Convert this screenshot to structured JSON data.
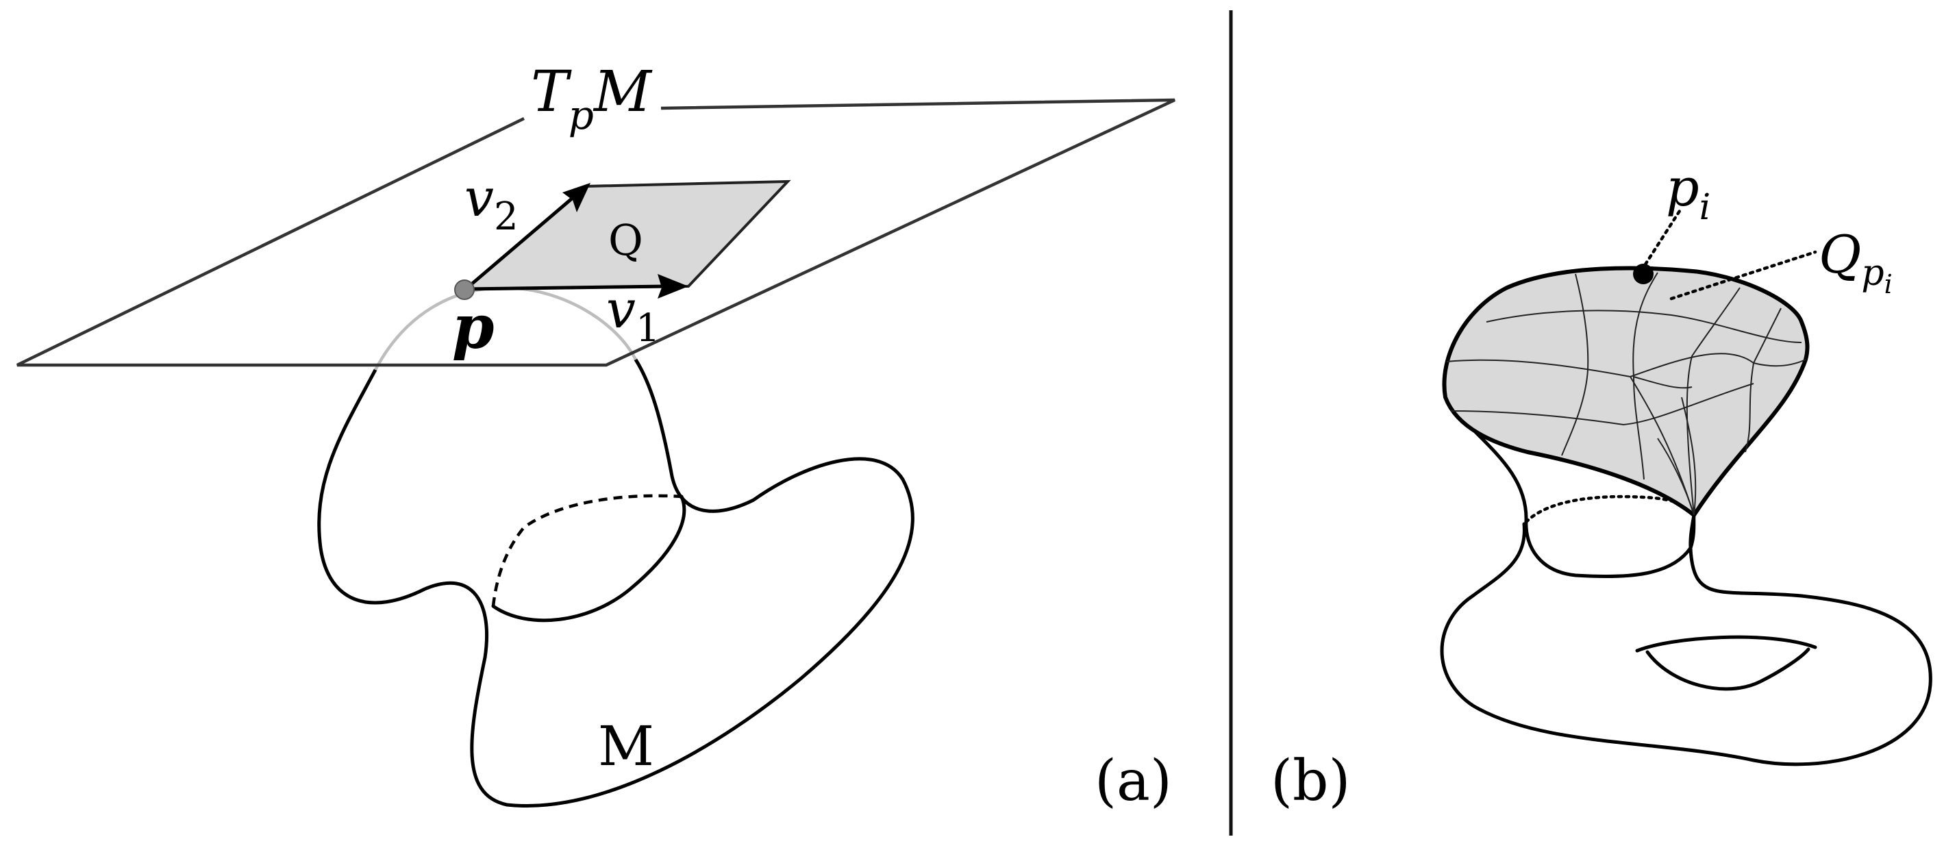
{
  "panel_a": {
    "plane_label": "TpM",
    "plane_label_parts": {
      "main": "T",
      "sub": "p",
      "tail": "M"
    },
    "point_label": "p",
    "vector_1": {
      "main": "v",
      "sub": "1"
    },
    "vector_2": {
      "main": "v",
      "sub": "2"
    },
    "patch_label": "Q",
    "manifold_label": "M",
    "caption": "(a)"
  },
  "panel_b": {
    "point_label": "pi",
    "point_label_parts": {
      "main": "p",
      "sub": "i"
    },
    "patch_label": "Qpi",
    "patch_label_parts": {
      "main": "Q",
      "sub": "p",
      "subsub": "i"
    },
    "caption": "(b)"
  },
  "colors": {
    "stroke": "#000000",
    "plane": "#333333",
    "patch_fill": "#d9d9d9",
    "faint_arc": "#bdbdbd"
  }
}
